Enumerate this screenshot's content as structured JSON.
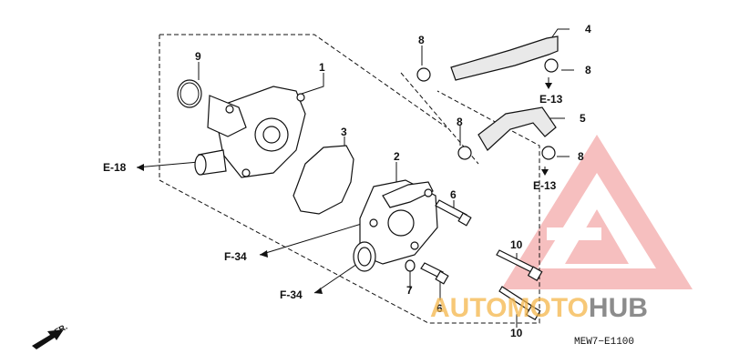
{
  "callouts": {
    "c1": "1",
    "c2": "2",
    "c3": "3",
    "c4": "4",
    "c5": "5",
    "c6a": "6",
    "c6b": "6",
    "c7": "7",
    "c8a": "8",
    "c8b": "8",
    "c8c": "8",
    "c8d": "8",
    "c9": "9",
    "c10a": "10",
    "c10b": "10"
  },
  "refs": {
    "e18": "E-18",
    "f34a": "F-34",
    "f34b": "F-34",
    "e13a": "E-13",
    "e13b": "E-13"
  },
  "front_marker": "FR.",
  "diagram_code": "MEW7−E1100",
  "watermark": {
    "part1": "AUTOMOTO",
    "part2": "HUB"
  },
  "colors": {
    "watermark_red": "#f08c8c",
    "watermark_orange": "#f4b64a",
    "watermark_gray": "#6f6f6f"
  }
}
